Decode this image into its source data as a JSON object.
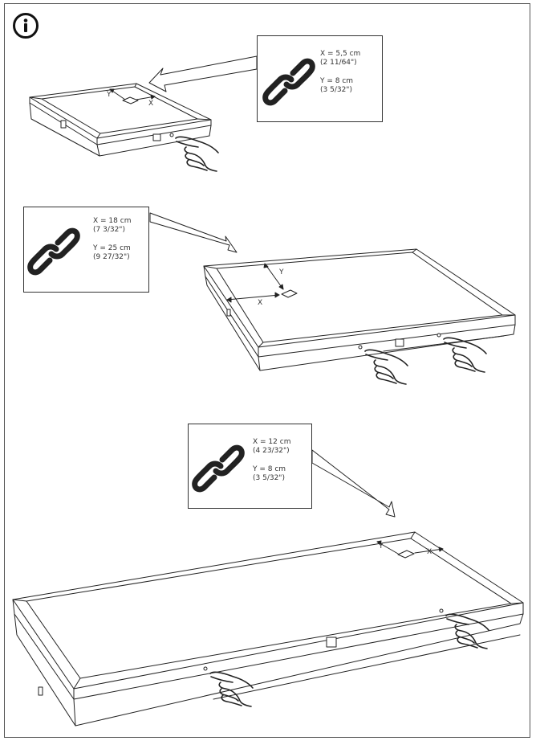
{
  "page": {
    "info_icon": "info-circle-icon"
  },
  "steps": [
    {
      "name": "small-panel",
      "callout": {
        "icon": "chain-link-icon",
        "x_metric": "X = 5,5 cm",
        "x_imperial": "(2 11/64\")",
        "y_metric": "Y = 8 cm",
        "y_imperial": "(3 5/32\")"
      },
      "labels": {
        "x": "X",
        "y": "Y"
      },
      "hands": 1
    },
    {
      "name": "medium-panel",
      "callout": {
        "icon": "chain-link-icon",
        "x_metric": "X = 18 cm",
        "x_imperial": "(7 3/32\")",
        "y_metric": "Y = 25 cm",
        "y_imperial": "(9 27/32\")"
      },
      "labels": {
        "x": "X",
        "y": "Y"
      },
      "hands": 2
    },
    {
      "name": "large-panel",
      "callout": {
        "icon": "chain-link-icon",
        "x_metric": "X = 12 cm",
        "x_imperial": "(4 23/32\")",
        "y_metric": "Y = 8 cm",
        "y_imperial": "(3 5/32\")"
      },
      "labels": {
        "x": "X",
        "y": "Y"
      },
      "hands": 2
    }
  ],
  "colors": {
    "line": "#222222",
    "frame": "#555555",
    "text": "#333333"
  }
}
